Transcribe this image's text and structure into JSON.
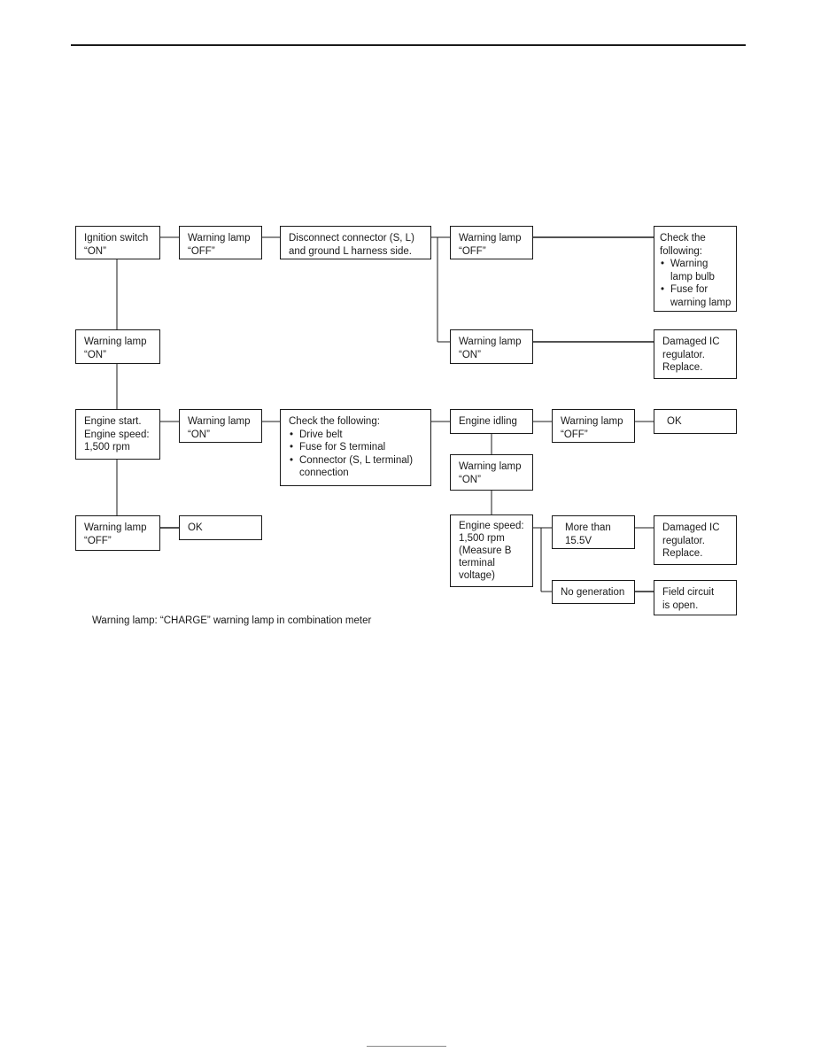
{
  "flowchart": {
    "boxes": {
      "ign_on": [
        "Ignition switch",
        "“ON”"
      ],
      "wl_off_1": [
        "Warning lamp",
        "“OFF”"
      ],
      "disconnect": [
        "Disconnect connector (S, L)",
        "and ground L harness side."
      ],
      "wl_off_2": [
        "Warning lamp",
        "“OFF”"
      ],
      "check_bulb": {
        "title": [
          "Check the",
          "following:"
        ],
        "items": [
          [
            "Warning",
            "lamp bulb"
          ],
          [
            "Fuse for",
            "warning lamp"
          ]
        ]
      },
      "wl_on_1": [
        "Warning lamp",
        "“ON”"
      ],
      "wl_on_2": [
        "Warning lamp",
        "“ON”"
      ],
      "damaged_1": [
        "Damaged IC",
        "regulator.",
        "Replace."
      ],
      "engine_start": [
        "Engine start.",
        "Engine speed:",
        "1,500 rpm"
      ],
      "wl_on_3": [
        "Warning lamp",
        "“ON”"
      ],
      "check_belt": {
        "title": [
          "Check the following:"
        ],
        "items": [
          [
            "Drive belt"
          ],
          [
            "Fuse for S terminal"
          ],
          [
            "Connector (S, L terminal)",
            "connection"
          ]
        ]
      },
      "engine_idling": [
        "Engine idling"
      ],
      "wl_off_3": [
        "Warning lamp",
        "“OFF”"
      ],
      "ok_1": [
        "OK"
      ],
      "wl_on_4": [
        "Warning lamp",
        "“ON”"
      ],
      "wl_off_4": [
        "Warning lamp",
        "“OFF”"
      ],
      "ok_2": [
        "OK"
      ],
      "engine_speed": [
        "Engine speed:",
        "1,500 rpm",
        "(Measure B",
        "terminal",
        "voltage)"
      ],
      "more_than": [
        "More than",
        "15.5V"
      ],
      "damaged_2": [
        "Damaged IC",
        "regulator.",
        "Replace."
      ],
      "no_generation": [
        "No generation"
      ],
      "field_open": [
        "Field circuit",
        "is open."
      ]
    }
  },
  "footnote": "Warning lamp: “CHARGE” warning lamp in combination meter"
}
